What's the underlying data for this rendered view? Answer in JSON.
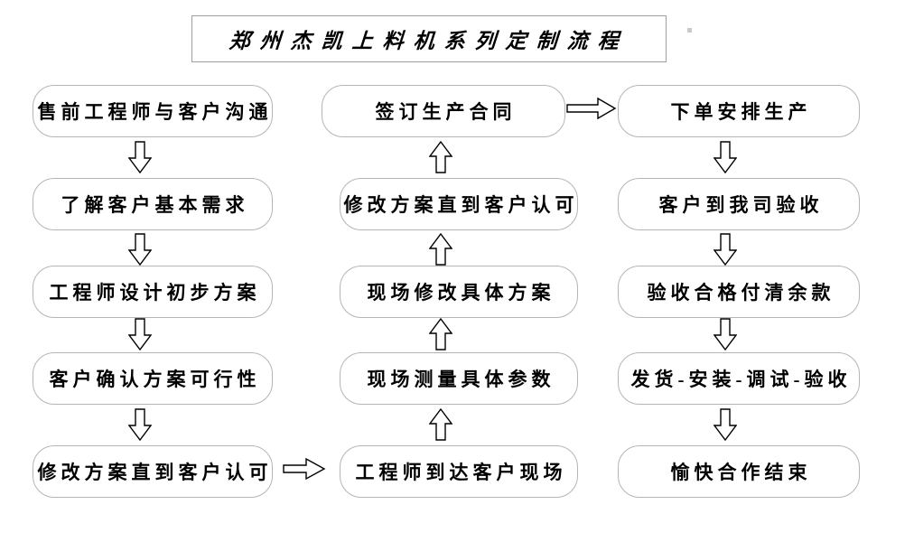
{
  "title": "郑州杰凯上料机系列定制流程",
  "columns": {
    "left": {
      "flow": "top-to-bottom",
      "arrow_between": "down",
      "nodes": [
        "售前工程师与客户沟通",
        "了解客户基本需求",
        "工程师设计初步方案",
        "客户确认方案可行性",
        "修改方案直到客户认可"
      ]
    },
    "middle": {
      "flow": "bottom-to-top",
      "arrow_between": "up",
      "nodes": [
        "签订生产合同",
        "修改方案直到客户认可",
        "现场修改具体方案",
        "现场测量具体参数",
        "工程师到达客户现场"
      ]
    },
    "right": {
      "flow": "top-to-bottom",
      "arrow_between": "down",
      "nodes": [
        "下单安排生产",
        "客户到我司验收",
        "验收合格付清余款",
        "发货-安装-调试-验收",
        "愉快合作结束"
      ]
    }
  },
  "connectors": {
    "left_to_middle": {
      "from": "修改方案直到客户认可",
      "to": "工程师到达客户现场",
      "direction": "right"
    },
    "middle_to_right": {
      "from": "签订生产合同",
      "to": "下单安排生产",
      "direction": "right"
    }
  },
  "colors": {
    "background": "#ffffff",
    "box_border": "#b5b5b5",
    "title_border": "#9f9f9f",
    "text": "#000000",
    "arrow_outline": "#000000",
    "arrow_fill": "#ffffff"
  }
}
